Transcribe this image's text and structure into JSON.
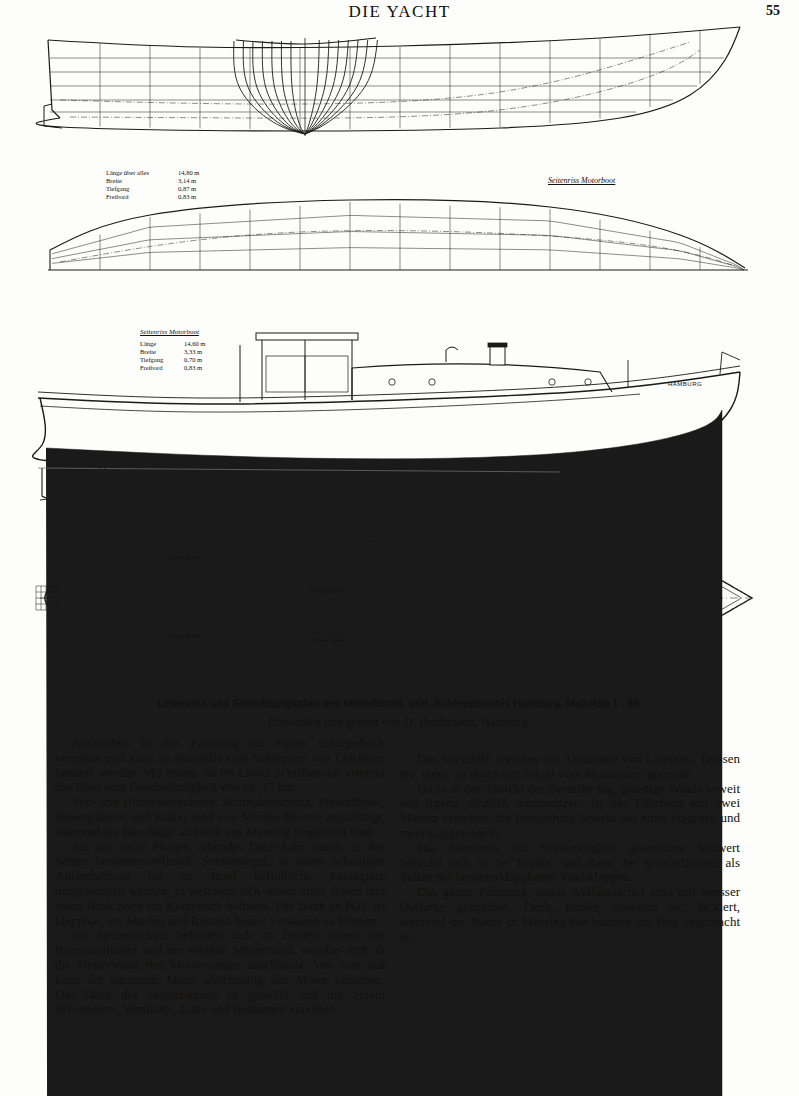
{
  "diagram": {
    "title": "DIE YACHT",
    "caption": "Linienriss und Einrichtungsplan des Motorfracht- und -Schleppbootes Hamburg. Maßstab 1 : 80.",
    "labels": [
      "55",
      "Seitenriss Motorboot",
      "Länge über alles",
      "14,80 m",
      "Breite",
      "3,14 m",
      "Tiefgang",
      "0,87 m",
      "Freibord",
      "0,83 m",
      "Seitenriss Motorboot",
      "Länge",
      "14,60 m",
      "Breite",
      "3,33 m",
      "Tiefgang",
      "0,70 m",
      "Freibord",
      "0,83 m",
      "HAMBURG",
      "Kleine Bank",
      "Kleine Bank",
      "Klapp-Tisch",
      "Feste Bank",
      "Entworfen und gebaut von H. Heidtmann, Hamburg.",
      "Ausserdem ist das Fahrzeug mit einem Schleppbock versehen und kann so ebenfalls zum Schleppen von Leichtern benutzt werden. Mit einem 36 PS Lloyd-Schiffsmotor erreicht das Boot eine Geschwindigkeit von ca. 17 km.",
      "Vor- und Hinterstevenband, Schraubenschutz, Steuerflosse, Steuerpfosten und Koker sind von Marine-Bronce angefertigt, während die Beschläge an Deck aus Messing hergestellt sind.",
      "Ein auf sechs Pfosten ruhendes Dach kann durch an den Seiten herunterzurollende Sonnensegel, in einen schattigen Aufenthaltsort für an Bord befindliche Passagiere umgewandelt werden, in welchem sich ausser einer festen und losen Bank noch ein Klapptisch befindet. Die Bank an B.B. ist klappbar, um Masten und Riemen besser verstauen zu können.",
      "Im Steuercockpit befinden sich an beiden Seiten die Brennstofftanks und der erhöhte Steuerstand, welcher sich an die Hinterwand des Motorraumes anschliesst. Von hier aus kann der steuernde Mann gleichzeitig den Motor bedienen. Das Dach des Motorraumes ist gewölbt und mit einem Schornstein, Ventilator, Luke und Bullaugen versehen.",
      "Das Vorschiff, welches zur Aufnahme von Laternen, Trossen etc. dient, ist durch ein Schott vom Motorraum getrennt.",
      "Da es in der Absicht der Besteller lag, günstige Winde soweit wie irgend möglich auszunutzen, ist das Fahrzeug mit zwei Masten versehen; die Besegelung besteht aus einer Stagfock und zwei Luggersegeln.",
      "Das hierdurch zur Notwendigkeit gewordene Schwert befindet sich in der Kajüte, und dient der Schwertkasten als Stütze der herunterklappbaren Tischklappen.",
      "Das ganze Fahrzeug, sowie Aufbaudächer sind mit weisser Oelfarbe gestrichen, Deck, Bänke, Schotten etc. lackiert, während der Name in Messing-Buchstaben am Bug angebracht ist."
    ]
  }
}
